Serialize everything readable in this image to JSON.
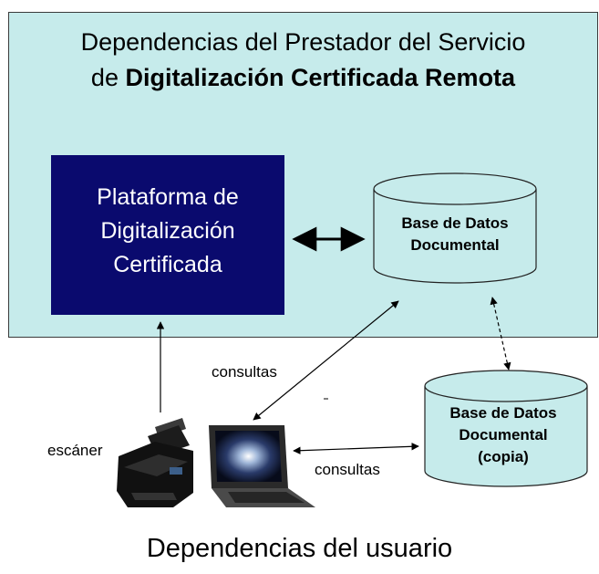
{
  "provider": {
    "title_line1": "Dependencias del Prestador del Servicio",
    "title_line2_prefix": "de ",
    "title_line2_bold": "Digitalización Certificada Remota"
  },
  "platform": {
    "line1": "Plataforma de",
    "line2": "Digitalización",
    "line3": "Certificada"
  },
  "database_main": {
    "line1": "Base de Datos",
    "line2": "Documental"
  },
  "database_copy": {
    "line1": "Base de Datos",
    "line2": "Documental",
    "line3": "(copia)"
  },
  "labels": {
    "consultas_upper": "consultas",
    "consultas_lower": "consultas",
    "scanner": "escáner"
  },
  "user_section": {
    "title": "Dependencias del usuario"
  },
  "colors": {
    "provider_bg": "#c6ebeb",
    "platform_bg": "#0a0a6e",
    "platform_text": "#ffffff",
    "cylinder_fill": "#c6ebeb"
  },
  "icons": [
    "scanner-icon",
    "laptop-icon"
  ]
}
